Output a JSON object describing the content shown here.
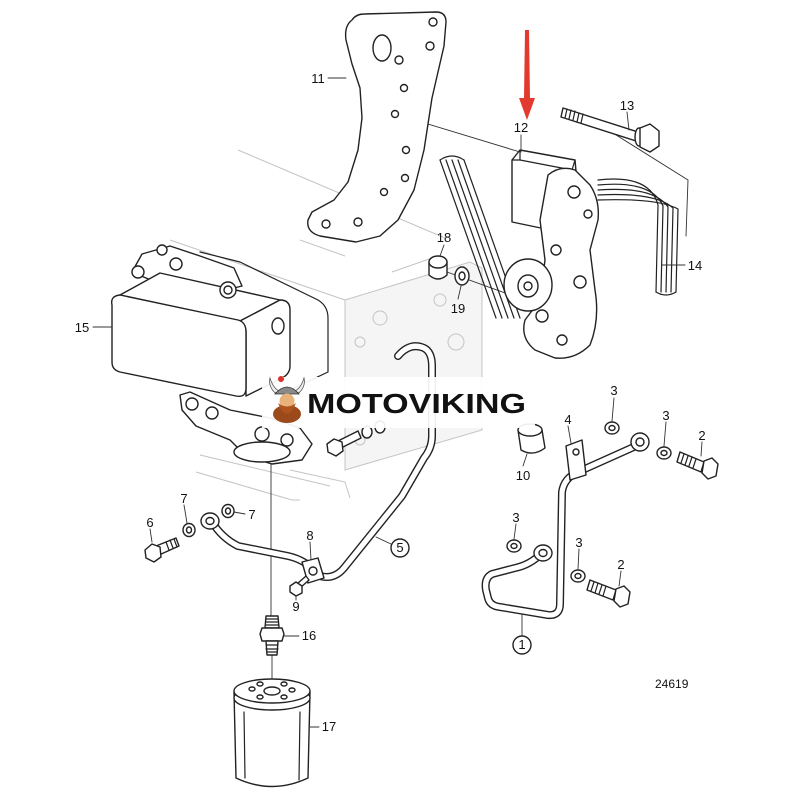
{
  "callouts": {
    "n11": "11",
    "n12": "12",
    "n13": "13",
    "n14": "14",
    "n15": "15",
    "n18": "18",
    "n19": "19",
    "n3_upper": "3",
    "n4": "4",
    "n3_right": "3",
    "n2_upper": "2",
    "n10": "10",
    "n7_left": "7",
    "n7_right": "7",
    "n6": "6",
    "n3_mid": "3",
    "n5": "5",
    "n8": "8",
    "n3_lower": "3",
    "n2_lower": "2",
    "n9": "9",
    "n1": "1",
    "n16": "16",
    "n17": "17"
  },
  "figure_number": "24619",
  "watermark": {
    "brand": "MOTOVIKING"
  },
  "colors": {
    "highlight_arrow": "#e23a2e",
    "line": "#222222",
    "background_lines": "#c4c4c4"
  }
}
